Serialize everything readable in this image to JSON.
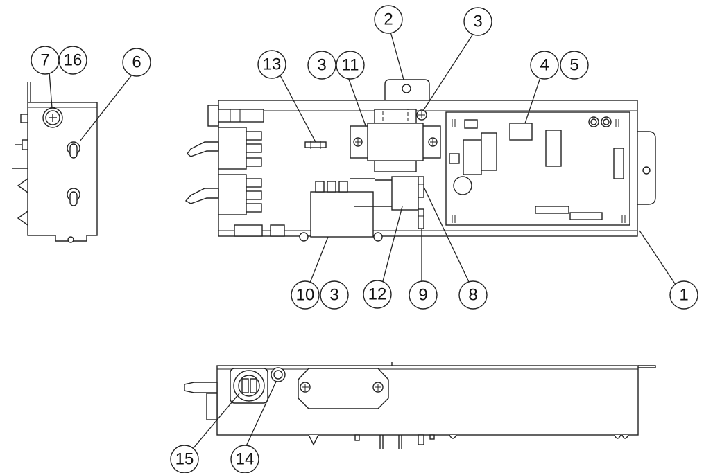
{
  "callouts": {
    "c1": "1",
    "c2": "2",
    "c3a": "3",
    "c3b": "3",
    "c3c": "3",
    "c4": "4",
    "c5": "5",
    "c6": "6",
    "c7": "7",
    "c8": "8",
    "c9": "9",
    "c10": "10",
    "c11": "11",
    "c12": "12",
    "c13": "13",
    "c14": "14",
    "c15": "15",
    "c16": "16"
  }
}
